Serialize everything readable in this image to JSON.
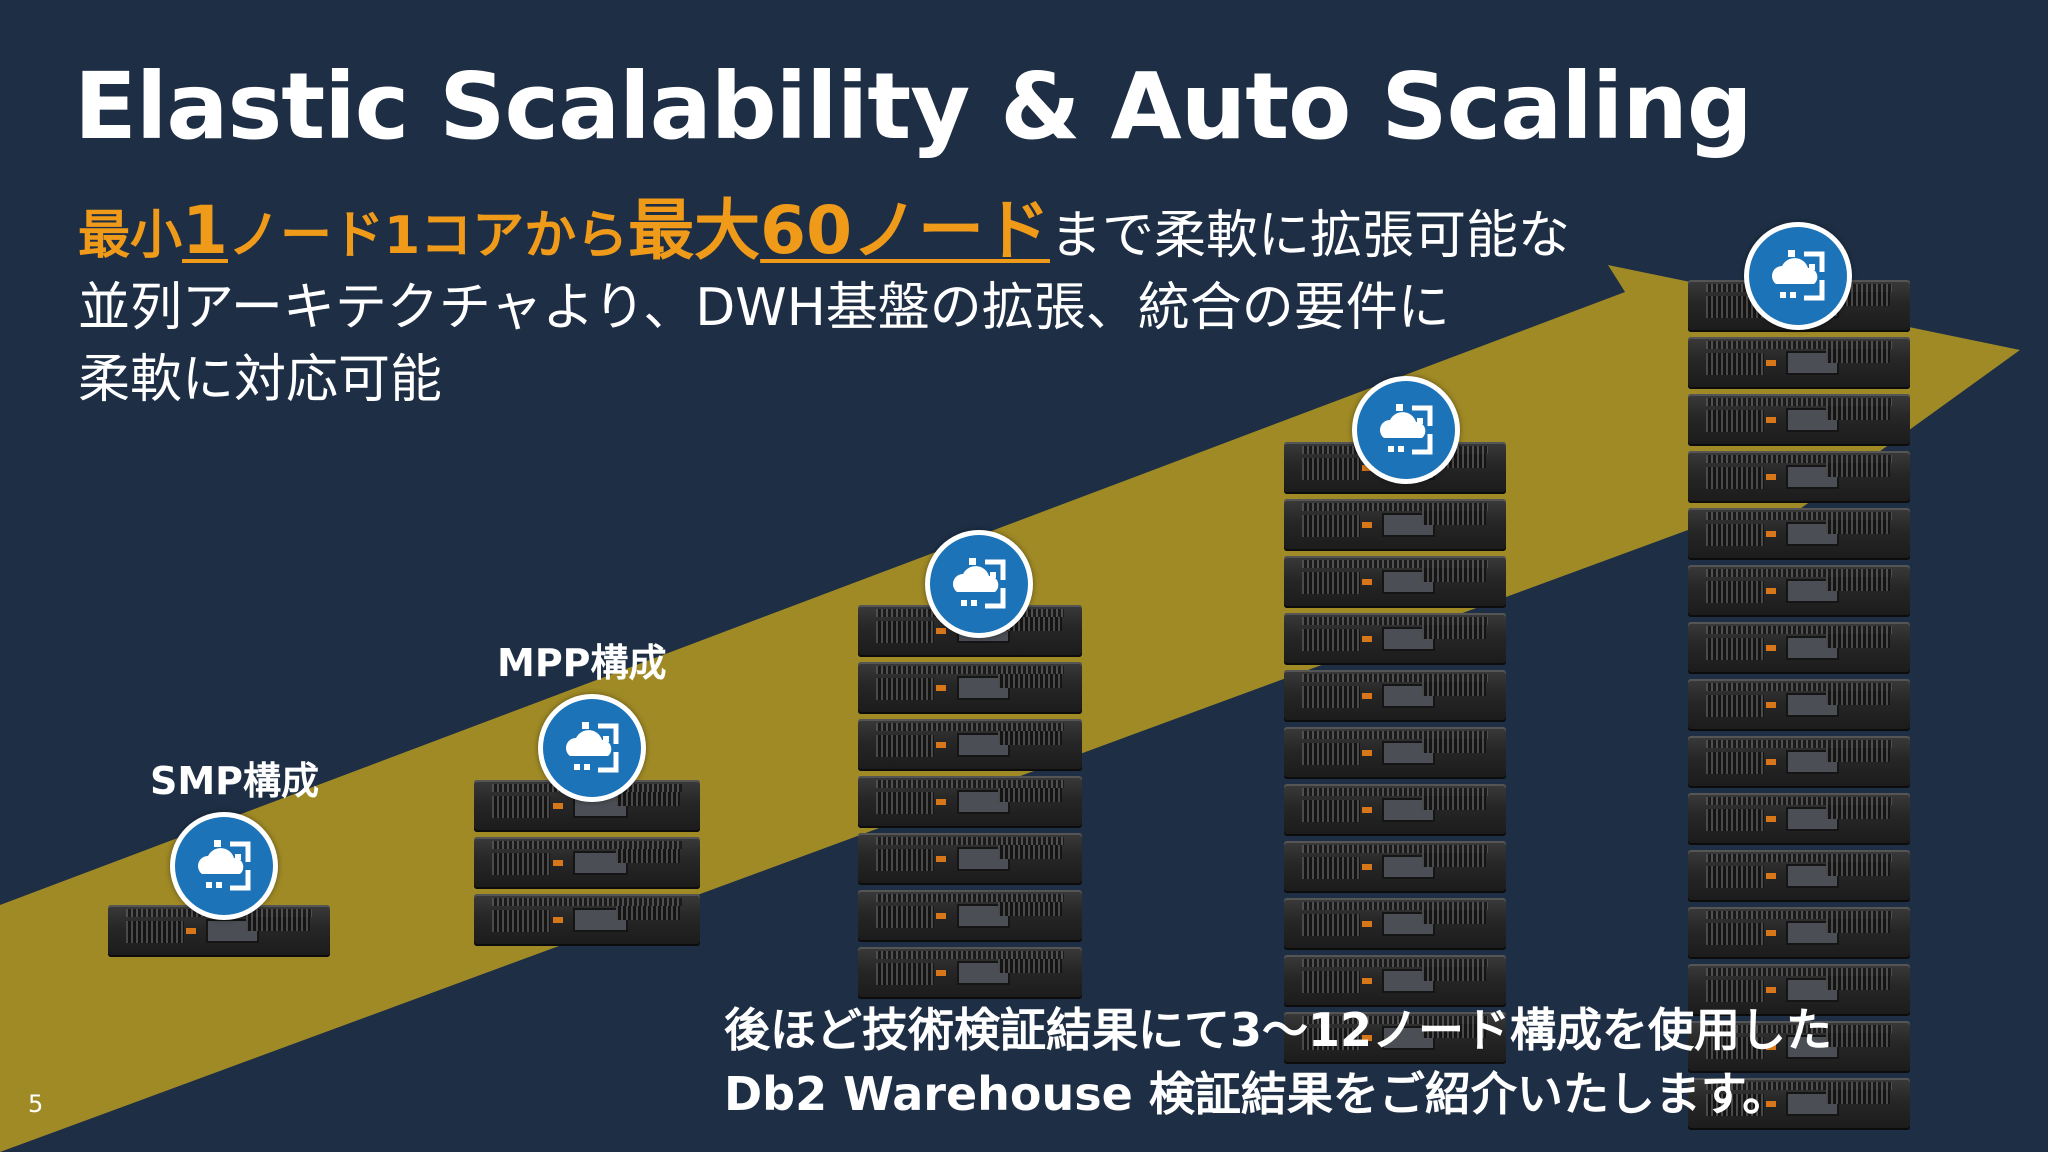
{
  "slide": {
    "title": "Elastic Scalability & Auto Scaling",
    "page_number": "5"
  },
  "subtitle": {
    "line1": {
      "p1": "最小",
      "p2": "1",
      "p3": "ノード1コアから",
      "p4": "最大",
      "p5": "60ノード",
      "p6": "まで柔軟に拡張可能な"
    },
    "line2": "並列アーキテクチャより、DWH基盤の拡張、統合の要件に",
    "line3": "柔軟に対応可能"
  },
  "configs": {
    "smp": "SMP構成",
    "mpp": "MPP構成"
  },
  "note": {
    "line1": "後ほど技術検証結果にて3～12ノード構成を使用した",
    "line2": "Db2 Warehouse 検証結果をご紹介いたします。"
  },
  "colors": {
    "background": "#1e2f45",
    "arrow": "#a08a26",
    "highlight": "#f09a1a",
    "badge": "#1c73b8"
  },
  "icons": [
    "db2-warehouse-cloud-icon"
  ]
}
